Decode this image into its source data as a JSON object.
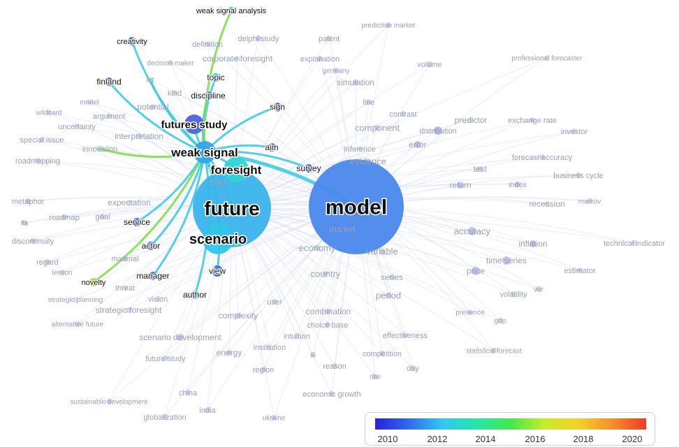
{
  "colors": {
    "gradient": [
      "#2a1fe0",
      "#2f6bef",
      "#32c8f0",
      "#27e6a7",
      "#44e84a",
      "#c8ec2a",
      "#f3d12a",
      "#f5902c",
      "#ee3b25"
    ],
    "highlight_edge": "#3ecbe6",
    "faint_edge": "#d9dcf7"
  },
  "timeline_legend": {
    "ticks": [
      "2010",
      "2012",
      "2014",
      "2016",
      "2018",
      "2020"
    ]
  },
  "nodes": [
    {
      "id": "model",
      "label": "model",
      "color": "#4a88ec",
      "weight": "heavy",
      "faded": false
    },
    {
      "id": "future",
      "label": "future",
      "color": "#3ab4ec",
      "weight": "heavy",
      "faded": false
    },
    {
      "id": "scenario",
      "label": "scenario",
      "color": "#33c4ea",
      "weight": "heavy",
      "faded": false
    },
    {
      "id": "foresight",
      "label": "foresight",
      "color": "#2fd3d6",
      "weight": "heavy",
      "faded": false
    },
    {
      "id": "weak_signal",
      "label": "weak signal",
      "color": "#35a3ec",
      "weight": "heavy",
      "faded": false
    },
    {
      "id": "futures_study",
      "label": "futures study",
      "color": "#4b63de",
      "weight": "heavy",
      "faded": false
    },
    {
      "id": "survey",
      "label": "survey",
      "color": "#3f6fe6",
      "weight": "normal",
      "faded": false
    },
    {
      "id": "aim",
      "label": "aim",
      "color": "#3f6fe6",
      "weight": "normal",
      "faded": false
    },
    {
      "id": "sign",
      "label": "sign",
      "color": "#3b6fe8",
      "weight": "normal",
      "faded": false
    },
    {
      "id": "topic",
      "label": "topic",
      "color": "#32c6e8",
      "weight": "normal",
      "faded": false
    },
    {
      "id": "discipline",
      "label": "discipline",
      "color": "#3f7de8",
      "weight": "normal",
      "faded": false
    },
    {
      "id": "creativity",
      "label": "creativity",
      "color": "#3b6fe8",
      "weight": "normal",
      "faded": false
    },
    {
      "id": "finland",
      "label": "finland",
      "color": "#3b6fe8",
      "weight": "normal",
      "faded": false
    },
    {
      "id": "weak_signal_analysis",
      "label": "weak signal analysis",
      "color": "#3fe07a",
      "weight": "normal",
      "faded": false
    },
    {
      "id": "service",
      "label": "service",
      "color": "#3f6fe6",
      "weight": "normal",
      "faded": false
    },
    {
      "id": "actor",
      "label": "actor",
      "color": "#3f6fe6",
      "weight": "normal",
      "faded": false
    },
    {
      "id": "manager",
      "label": "manager",
      "color": "#3b7fe8",
      "weight": "normal",
      "faded": false
    },
    {
      "id": "novelty",
      "label": "novelty",
      "color": "#9be23a",
      "weight": "normal",
      "faded": false
    },
    {
      "id": "author",
      "label": "author",
      "color": "#32c6e8",
      "weight": "normal",
      "faded": false
    },
    {
      "id": "view",
      "label": "view",
      "color": "#3f6fe6",
      "weight": "normal",
      "faded": false
    },
    {
      "id": "delphi_study",
      "label": "delphi study",
      "color": "#8fa0e4",
      "weight": "normal",
      "faded": true
    },
    {
      "id": "patent",
      "label": "patent",
      "color": "#d8b98f",
      "weight": "normal",
      "faded": true
    },
    {
      "id": "prediction_market",
      "label": "prediction market",
      "color": "#9fb0e8",
      "weight": "normal",
      "faded": true
    },
    {
      "id": "definition",
      "label": "definition",
      "color": "#a9c0ea",
      "weight": "normal",
      "faded": true
    },
    {
      "id": "corporate_foresight",
      "label": "corporate foresight",
      "color": "#9fd6ea",
      "weight": "normal",
      "faded": true
    },
    {
      "id": "explanation",
      "label": "explanation",
      "color": "#9fa8e4",
      "weight": "normal",
      "faded": true
    },
    {
      "id": "volume",
      "label": "volume",
      "color": "#a9b4e6",
      "weight": "normal",
      "faded": true
    },
    {
      "id": "professional_forecaster",
      "label": "professional forecaster",
      "color": "#c7cde8",
      "weight": "normal",
      "faded": true
    },
    {
      "id": "decision_maker",
      "label": "decision maker",
      "color": "#b2c0ea",
      "weight": "normal",
      "faded": true
    },
    {
      "id": "germany",
      "label": "germany",
      "color": "#b2b8e6",
      "weight": "normal",
      "faded": true
    },
    {
      "id": "ict",
      "label": "ict",
      "color": "#a7dca7",
      "weight": "normal",
      "faded": true
    },
    {
      "id": "simulation",
      "label": "simulation",
      "color": "#a2acde",
      "weight": "normal",
      "faded": true
    },
    {
      "id": "kind",
      "label": "kind",
      "color": "#b7c3ea",
      "weight": "normal",
      "faded": true
    },
    {
      "id": "line",
      "label": "line",
      "color": "#b7c3ea",
      "weight": "normal",
      "faded": true
    },
    {
      "id": "model2",
      "label": "model",
      "color": "#c0cbee",
      "weight": "normal",
      "faded": true
    },
    {
      "id": "potential",
      "label": "potential",
      "color": "#aab6e4",
      "weight": "normal",
      "faded": true
    },
    {
      "id": "wildcard",
      "label": "wildcard",
      "color": "#b8c2e8",
      "weight": "normal",
      "faded": true
    },
    {
      "id": "argument",
      "label": "argument",
      "color": "#b8c2e8",
      "weight": "normal",
      "faded": true
    },
    {
      "id": "contrast",
      "label": "contrast",
      "color": "#b6c0e6",
      "weight": "normal",
      "faded": true
    },
    {
      "id": "predictor",
      "label": "predictor",
      "color": "#b7e6b7",
      "weight": "normal",
      "faded": true
    },
    {
      "id": "exchange_rate",
      "label": "exchange rate",
      "color": "#a6b2e2",
      "weight": "normal",
      "faded": true
    },
    {
      "id": "uncertainty",
      "label": "uncertainty",
      "color": "#c6d0ee",
      "weight": "normal",
      "faded": true
    },
    {
      "id": "component",
      "label": "component",
      "color": "#a9b6e6",
      "weight": "normal",
      "faded": true
    },
    {
      "id": "distribution",
      "label": "distribution",
      "color": "#7e86d8",
      "weight": "normal",
      "faded": true
    },
    {
      "id": "investor",
      "label": "investor",
      "color": "#b4bde6",
      "weight": "normal",
      "faded": true
    },
    {
      "id": "interpretation",
      "label": "interpretation",
      "color": "#b0c2ea",
      "weight": "normal",
      "faded": true
    },
    {
      "id": "special_issue",
      "label": "special issue",
      "color": "#b9c6ea",
      "weight": "normal",
      "faded": true
    },
    {
      "id": "innovation",
      "label": "innovation",
      "color": "#9ed99e",
      "weight": "normal",
      "faded": true
    },
    {
      "id": "error",
      "label": "error",
      "color": "#8b93d8",
      "weight": "normal",
      "faded": true
    },
    {
      "id": "inference",
      "label": "inference",
      "color": "#c3cbee",
      "weight": "normal",
      "faded": true
    },
    {
      "id": "forecast_accuracy",
      "label": "forecast accuracy",
      "color": "#a8b4e4",
      "weight": "normal",
      "faded": true
    },
    {
      "id": "roadmapping",
      "label": "roadmapping",
      "color": "#aebde8",
      "weight": "normal",
      "faded": true
    },
    {
      "id": "evidence",
      "label": "evidence",
      "color": "#a9b4e6",
      "weight": "normal",
      "faded": true
    },
    {
      "id": "test",
      "label": "test",
      "color": "#a9b4e6",
      "weight": "normal",
      "faded": true
    },
    {
      "id": "business_cycle",
      "label": "business cycle",
      "color": "#a9b4e6",
      "weight": "normal",
      "faded": true
    },
    {
      "id": "field",
      "label": "field",
      "color": "#c2ccee",
      "weight": "normal",
      "faded": true
    },
    {
      "id": "return",
      "label": "return",
      "color": "#9aa6e0",
      "weight": "normal",
      "faded": true
    },
    {
      "id": "index",
      "label": "index",
      "color": "#9aa6e0",
      "weight": "normal",
      "faded": true
    },
    {
      "id": "metaphor",
      "label": "metaphor",
      "color": "#9aa6e0",
      "weight": "normal",
      "faded": true
    },
    {
      "id": "expectation",
      "label": "expectation",
      "color": "#c6cfee",
      "weight": "normal",
      "faded": true
    },
    {
      "id": "recession",
      "label": "recession",
      "color": "#a7dcc7",
      "weight": "normal",
      "faded": true
    },
    {
      "id": "markov",
      "label": "markov",
      "color": "#b4bde6",
      "weight": "normal",
      "faded": true
    },
    {
      "id": "roadmap",
      "label": "roadmap",
      "color": "#aab6e4",
      "weight": "normal",
      "faded": true
    },
    {
      "id": "goal",
      "label": "goal",
      "color": "#aab6e4",
      "weight": "normal",
      "faded": true
    },
    {
      "id": "market",
      "label": "market",
      "color": "#aab6e4",
      "weight": "normal",
      "faded": true
    },
    {
      "id": "accuracy",
      "label": "accuracy",
      "color": "#8e98dc",
      "weight": "normal",
      "faded": true
    },
    {
      "id": "lta",
      "label": "lta",
      "color": "#aab6e4",
      "weight": "normal",
      "faded": true
    },
    {
      "id": "discontinuity",
      "label": "discontinuity",
      "color": "#a6b0e4",
      "weight": "normal",
      "faded": true
    },
    {
      "id": "technical_indicator",
      "label": "technical indicator",
      "color": "#b4bde6",
      "weight": "normal",
      "faded": true
    },
    {
      "id": "inflation",
      "label": "inflation",
      "color": "#8e98dc",
      "weight": "normal",
      "faded": true
    },
    {
      "id": "economy",
      "label": "economy",
      "color": "#a0d8b0",
      "weight": "normal",
      "faded": true
    },
    {
      "id": "variable",
      "label": "variable",
      "color": "#a9b4e6",
      "weight": "normal",
      "faded": true
    },
    {
      "id": "regard",
      "label": "regard",
      "color": "#aab6e4",
      "weight": "normal",
      "faded": true
    },
    {
      "id": "material",
      "label": "material",
      "color": "#aab6e4",
      "weight": "normal",
      "faded": true
    },
    {
      "id": "time_series",
      "label": "time series",
      "color": "#8e98dc",
      "weight": "normal",
      "faded": true
    },
    {
      "id": "estimator",
      "label": "estimator",
      "color": "#a9b4e6",
      "weight": "normal",
      "faded": true
    },
    {
      "id": "lesson",
      "label": "lesson",
      "color": "#b4bde6",
      "weight": "normal",
      "faded": true
    },
    {
      "id": "country",
      "label": "country",
      "color": "#a9b4e6",
      "weight": "normal",
      "faded": true
    },
    {
      "id": "price",
      "label": "price",
      "color": "#8e98dc",
      "weight": "normal",
      "faded": true
    },
    {
      "id": "series",
      "label": "series",
      "color": "#a9b4e6",
      "weight": "normal",
      "faded": true
    },
    {
      "id": "threat",
      "label": "threat",
      "color": "#c6cfee",
      "weight": "normal",
      "faded": true
    },
    {
      "id": "volatility",
      "label": "volatility",
      "color": "#a0d8b0",
      "weight": "normal",
      "faded": true
    },
    {
      "id": "var",
      "label": "var",
      "color": "#9ed99e",
      "weight": "normal",
      "faded": true
    },
    {
      "id": "period",
      "label": "period",
      "color": "#9aa6e0",
      "weight": "normal",
      "faded": true
    },
    {
      "id": "vision",
      "label": "vision",
      "color": "#c6cfee",
      "weight": "normal",
      "faded": true
    },
    {
      "id": "user",
      "label": "user",
      "color": "#b4bde6",
      "weight": "normal",
      "faded": true
    },
    {
      "id": "strategic_planning",
      "label": "strategic planning",
      "color": "#c6cfee",
      "weight": "normal",
      "faded": true
    },
    {
      "id": "strategic_foresight",
      "label": "strategic foresight",
      "color": "#aab6e4",
      "weight": "normal",
      "faded": true
    },
    {
      "id": "combination",
      "label": "combination",
      "color": "#a9b4e6",
      "weight": "normal",
      "faded": true
    },
    {
      "id": "presence",
      "label": "presence",
      "color": "#b4bde6",
      "weight": "normal",
      "faded": true
    },
    {
      "id": "complexity",
      "label": "complexity",
      "color": "#a9b4e6",
      "weight": "normal",
      "faded": true
    },
    {
      "id": "gdp",
      "label": "gdp",
      "color": "#d6d08a",
      "weight": "normal",
      "faded": true
    },
    {
      "id": "choice_base",
      "label": "choice base",
      "color": "#a9b4e6",
      "weight": "normal",
      "faded": true
    },
    {
      "id": "alternative_future",
      "label": "alternative future",
      "color": "#aab6e4",
      "weight": "normal",
      "faded": true
    },
    {
      "id": "intuition",
      "label": "intuition",
      "color": "#c6cfee",
      "weight": "normal",
      "faded": true
    },
    {
      "id": "effectiveness",
      "label": "effectiveness",
      "color": "#b4bde6",
      "weight": "normal",
      "faded": true
    },
    {
      "id": "scenario_development",
      "label": "scenario development",
      "color": "#9aa6e0",
      "weight": "normal",
      "faded": true
    },
    {
      "id": "institution",
      "label": "institution",
      "color": "#c6cfee",
      "weight": "normal",
      "faded": true
    },
    {
      "id": "statistical_forecast",
      "label": "statistical forecast",
      "color": "#a9b4e6",
      "weight": "normal",
      "faded": true
    },
    {
      "id": "energy",
      "label": "energy",
      "color": "#a9b4e6",
      "weight": "normal",
      "faded": true
    },
    {
      "id": "competition",
      "label": "competition",
      "color": "#a9b4e6",
      "weight": "normal",
      "faded": true
    },
    {
      "id": "iii",
      "label": "iii",
      "color": "#a9d6a9",
      "weight": "normal",
      "faded": true
    },
    {
      "id": "future_study",
      "label": "future study",
      "color": "#a9b4e6",
      "weight": "normal",
      "faded": true
    },
    {
      "id": "reason",
      "label": "reason",
      "color": "#b4bde6",
      "weight": "normal",
      "faded": true
    },
    {
      "id": "day",
      "label": "day",
      "color": "#a9d6a9",
      "weight": "normal",
      "faded": true
    },
    {
      "id": "region",
      "label": "region",
      "color": "#a6c8ea",
      "weight": "normal",
      "faded": true
    },
    {
      "id": "rise",
      "label": "rise",
      "color": "#a9b4e6",
      "weight": "normal",
      "faded": true
    },
    {
      "id": "china",
      "label": "china",
      "color": "#a6c8ea",
      "weight": "normal",
      "faded": true
    },
    {
      "id": "economic_growth",
      "label": "economic growth",
      "color": "#a9b4e6",
      "weight": "normal",
      "faded": true
    },
    {
      "id": "sustainable_development",
      "label": "sustainable development",
      "color": "#aab6e4",
      "weight": "normal",
      "faded": true
    },
    {
      "id": "india",
      "label": "india",
      "color": "#b4bde6",
      "weight": "normal",
      "faded": true
    },
    {
      "id": "globalization",
      "label": "globalization",
      "color": "#b4bde6",
      "weight": "normal",
      "faded": true
    },
    {
      "id": "ukraine",
      "label": "ukraine",
      "color": "#b4bde6",
      "weight": "normal",
      "faded": true
    }
  ]
}
